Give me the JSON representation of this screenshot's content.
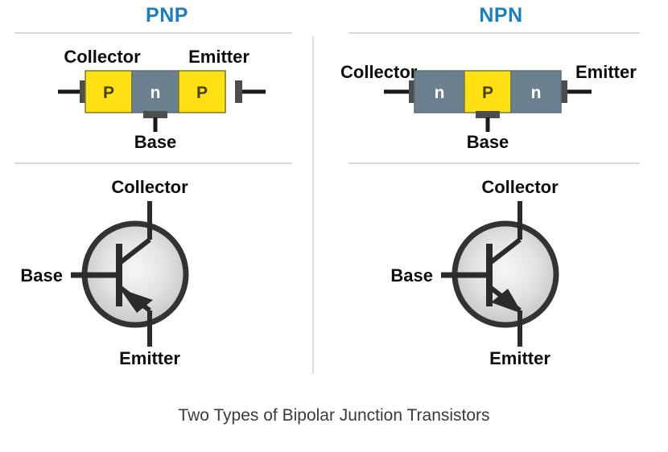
{
  "caption": "Two Types of Bipolar Junction Transistors",
  "colors": {
    "title_blue": "#1a7fc1",
    "p_block": "#ffe012",
    "n_block": "#6b8190",
    "p_text": "#4a4213",
    "n_text": "#ffffff",
    "lead": "#1a1a1a",
    "contact_pad": "#4d4d4d",
    "block_outline": "#5f5f5f",
    "divider": "#d8d8d8",
    "symbol_outline": "#333333",
    "circle_center": "#f2f2f2",
    "circle_edge": "#c4c4c4",
    "caption_text": "#3b3b3b",
    "label_text": "#0d0d0d",
    "background": "#ffffff"
  },
  "panels": [
    {
      "id": "pnp",
      "title": "PNP",
      "structure": {
        "name": "pnp-structure-diagram",
        "collector_label": "Collector",
        "emitter_label": "Emitter",
        "base_label": "Base",
        "layers": [
          {
            "type": "P",
            "text": "P"
          },
          {
            "type": "n",
            "text": "n"
          },
          {
            "type": "P",
            "text": "P"
          }
        ],
        "label_placement": "above"
      },
      "symbol": {
        "name": "pnp-circuit-symbol",
        "collector_label": "Collector",
        "base_label": "Base",
        "emitter_label": "Emitter",
        "arrow_direction": "in-toward-base"
      }
    },
    {
      "id": "npn",
      "title": "NPN",
      "structure": {
        "name": "npn-structure-diagram",
        "collector_label": "Collector",
        "emitter_label": "Emitter",
        "base_label": "Base",
        "layers": [
          {
            "type": "n",
            "text": "n"
          },
          {
            "type": "P",
            "text": "P"
          },
          {
            "type": "n",
            "text": "n"
          }
        ],
        "label_placement": "beside"
      },
      "symbol": {
        "name": "npn-circuit-symbol",
        "collector_label": "Collector",
        "base_label": "Base",
        "emitter_label": "Emitter",
        "arrow_direction": "out-toward-emitter"
      }
    }
  ]
}
